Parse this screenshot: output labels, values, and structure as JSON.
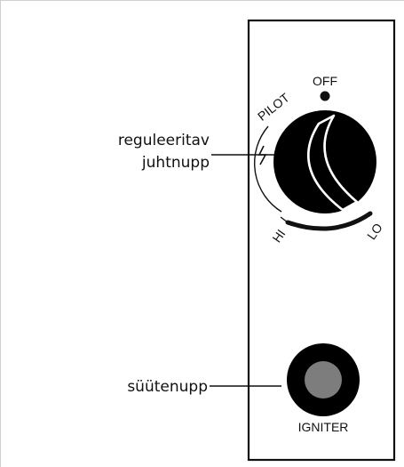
{
  "callouts": {
    "knob_line1": "reguleeritav",
    "knob_line2": "juhtnupp",
    "igniter": "süütenupp"
  },
  "dial": {
    "off": "OFF",
    "pilot": "PILOT",
    "hi": "HI",
    "lo": "LO"
  },
  "igniter": {
    "label": "IGNITER"
  }
}
